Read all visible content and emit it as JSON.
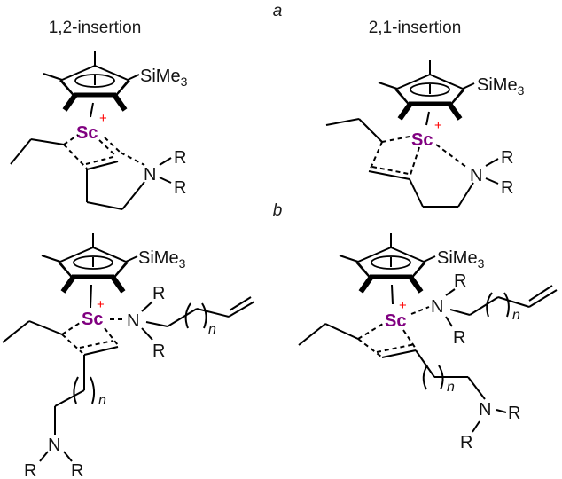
{
  "figure": {
    "panel_a_label": "a",
    "panel_b_label": "b",
    "left_title": "1,2-insertion",
    "right_title": "2,1-insertion"
  },
  "atoms": {
    "metal": "Sc",
    "charge": "+",
    "nitrogen": "N",
    "substituent": "R",
    "silyl": "SiMe",
    "silyl_subscript": "3",
    "repeat_index": "n"
  },
  "colors": {
    "metal": "#800080",
    "nitrogen": "#0000ff",
    "charge": "#ff0000",
    "bonds": "#000000"
  }
}
